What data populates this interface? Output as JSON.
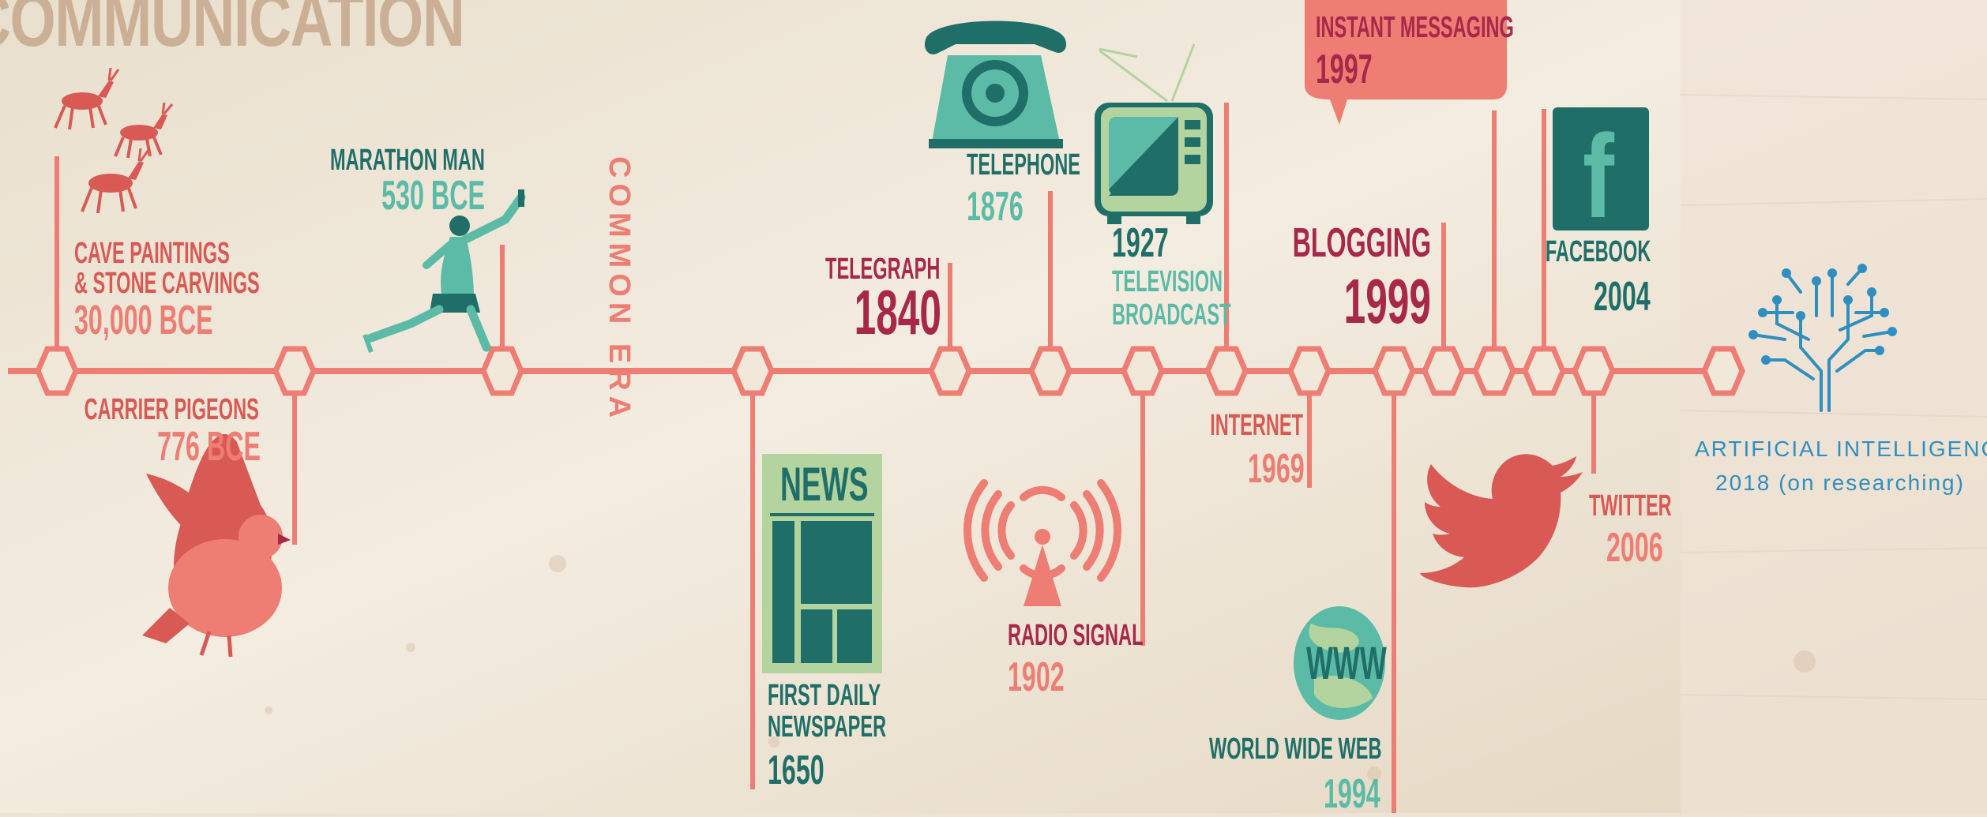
{
  "title": "COMMUNICATION",
  "era_divider": "COMMON ERA",
  "events": {
    "cave": {
      "line1": "CAVE PAINTINGS",
      "line2": "& STONE CARVINGS",
      "year": "30,000 BCE"
    },
    "pigeons": {
      "name": "CARRIER PIGEONS",
      "year": "776 BCE"
    },
    "marathon": {
      "name": "MARATHON MAN",
      "year": "530 BCE"
    },
    "newspaper": {
      "line1": "FIRST DAILY",
      "line2": "NEWSPAPER",
      "year": "1650",
      "sign": "NEWS"
    },
    "telegraph": {
      "name": "TELEGRAPH",
      "year": "1840"
    },
    "telephone": {
      "name": "TELEPHONE",
      "year": "1876"
    },
    "radio": {
      "name": "RADIO SIGNAL",
      "year": "1902"
    },
    "television": {
      "year": "1927",
      "line1": "TELEVISION",
      "line2": "BROADCAST"
    },
    "internet": {
      "name": "INTERNET",
      "year": "1969"
    },
    "www": {
      "name": "WORLD WIDE WEB",
      "year": "1994",
      "globe": "WWW"
    },
    "im": {
      "name": "INSTANT MESSAGING",
      "year": "1997"
    },
    "blogging": {
      "name": "BLOGGING",
      "year": "1999"
    },
    "facebook": {
      "name": "FACEBOOK",
      "year": "2004",
      "logo": "f"
    },
    "twitter": {
      "name": "TWITTER",
      "year": "2006"
    },
    "ai": {
      "name": "ARTIFICIAL INTELLIGENCE",
      "year": "2018 (on researching)"
    }
  },
  "colors": {
    "background": "#ede3d3",
    "timeline": "#ee7e74",
    "red": "#d95a55",
    "magenta": "#a8284a",
    "dark_teal": "#1f6f68",
    "light_teal": "#5bbba7",
    "blue": "#2f8fc1"
  }
}
